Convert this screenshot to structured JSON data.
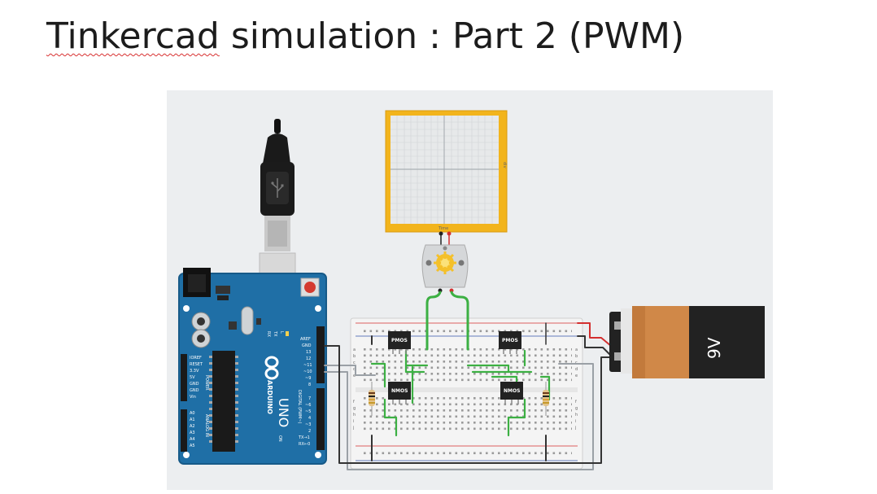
{
  "slide": {
    "title_word": "Tinkercad",
    "title_rest": " simulation : Part 2 (PWM)"
  },
  "oscilloscope": {
    "x_label": "Time",
    "y_label": "div"
  },
  "arduino": {
    "brand": "ARDUINO",
    "model": "UNO",
    "digital_label": "DIGITAL (PWM~)",
    "power_label": "POWER",
    "analog_label": "ANALOG IN",
    "power_pins": [
      "IOREF",
      "RESET",
      "3.3V",
      "5V",
      "GND",
      "GND",
      "Vin"
    ],
    "analog_pins": [
      "A0",
      "A1",
      "A2",
      "A3",
      "A4",
      "A5"
    ],
    "top_pins": [
      "AREF",
      "GND",
      "13",
      "12",
      "~11",
      "~10",
      "~9",
      "8"
    ],
    "bottom_pins": [
      "7",
      "~6",
      "~5",
      "4",
      "~3",
      "2",
      "TX→1",
      "RX←0"
    ],
    "indicators": [
      "L",
      "TX",
      "RX",
      "ON"
    ]
  },
  "transistors": {
    "pmos_left": "PMOS",
    "pmos_right": "PMOS",
    "nmos_left": "NMOS",
    "nmos_right": "NMOS"
  },
  "battery": {
    "label": "9V"
  },
  "breadboard": {
    "row_letters_top": [
      "a",
      "b",
      "c",
      "d",
      "e"
    ],
    "row_letters_bottom": [
      "f",
      "g",
      "h",
      "i",
      "j"
    ]
  },
  "colors": {
    "arduino_blue": "#1f6fa6",
    "scope_frame": "#f2b41c",
    "wire_green": "#3cb043",
    "wire_red": "#d32f2f",
    "wire_black": "#333333",
    "wire_grey": "#9aa0a6",
    "battery_orange": "#d08848"
  }
}
